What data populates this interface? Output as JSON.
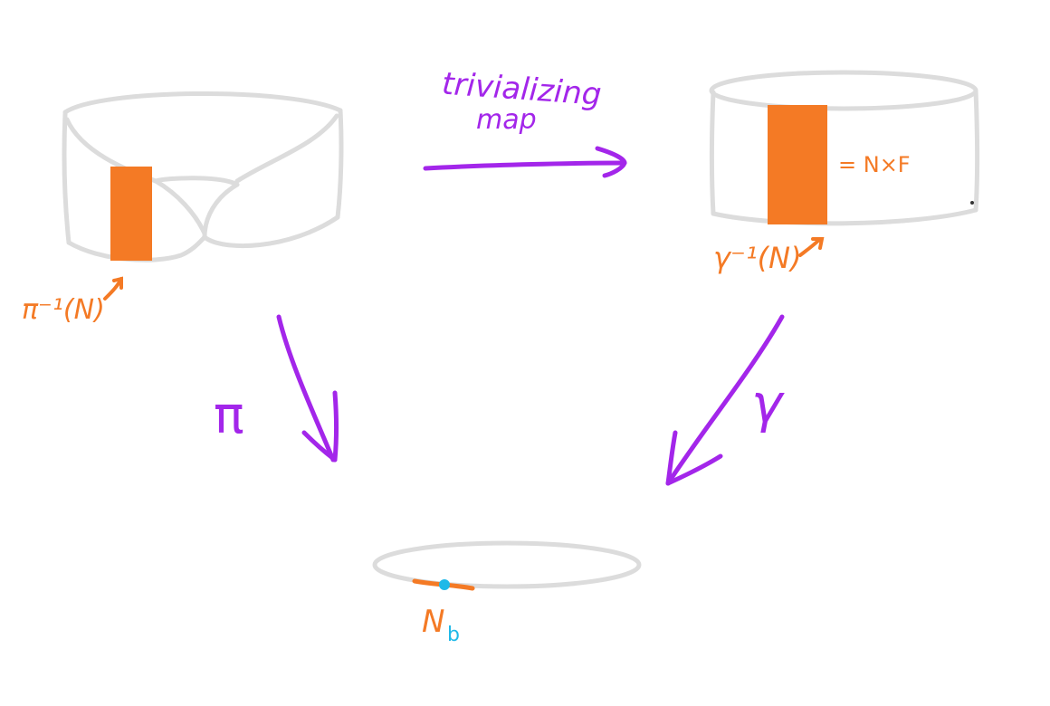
{
  "colors": {
    "outline": "#dcdcdc",
    "orange": "#f47a25",
    "purple": "#a326ea",
    "cyan": "#1fb9e8"
  },
  "labels": {
    "arrow_top_line1": "trivializing",
    "arrow_top_line2": "map",
    "trivial_fiber_equation": "= N×F",
    "mobius_preimage": "π⁻¹(N)",
    "trivial_preimage": "γ⁻¹(N)",
    "pi_symbol": "π",
    "gamma_symbol": "γ",
    "base_neighborhood": "N",
    "base_subscript": "b"
  }
}
